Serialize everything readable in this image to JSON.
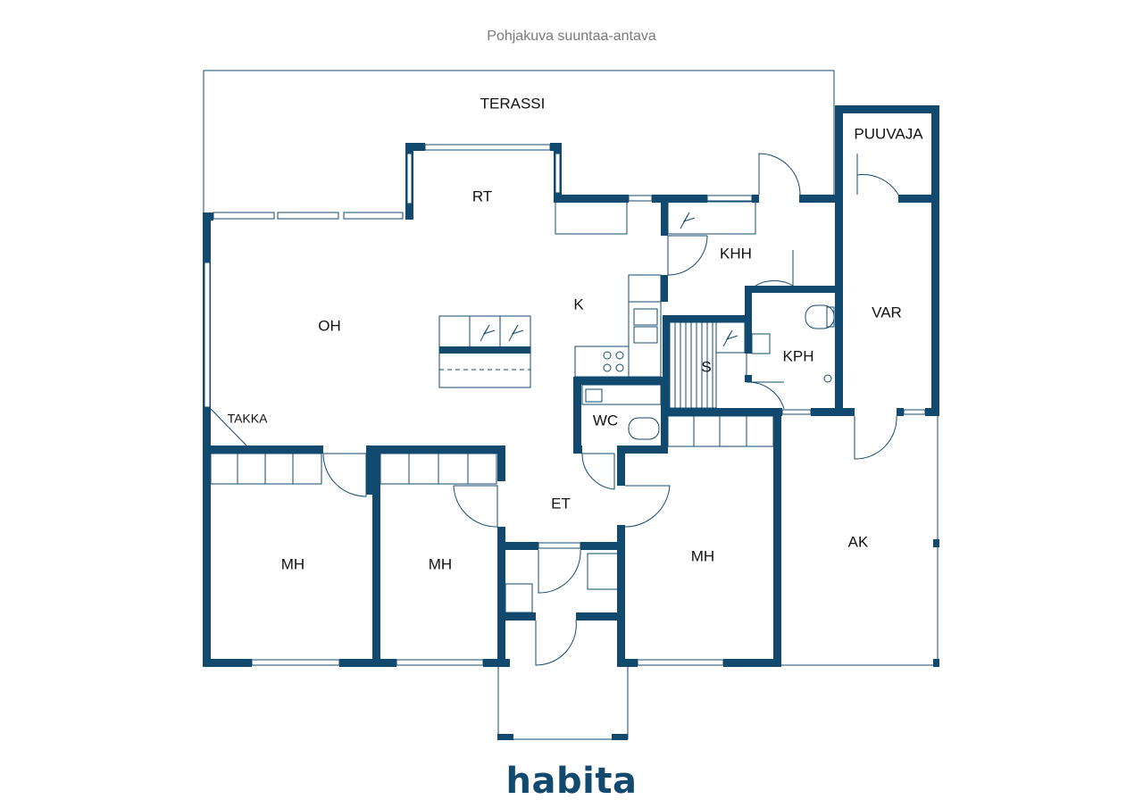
{
  "header": {
    "caption": "Pohjakuva suuntaa-antava"
  },
  "rooms": {
    "terassi": "TERASSI",
    "puuvaja": "PUUVAJA",
    "rt": "RT",
    "khh": "KHH",
    "var": "VAR",
    "oh": "OH",
    "k": "K",
    "s": "S",
    "kph": "KPH",
    "wc": "WC",
    "takka": "TAKKA",
    "et": "ET",
    "mh1": "MH",
    "mh2": "MH",
    "mh3": "MH",
    "ak": "AK"
  },
  "logo": {
    "text": "habita"
  },
  "colors": {
    "wall": "#114a6e",
    "caption": "#7a7a7a"
  }
}
